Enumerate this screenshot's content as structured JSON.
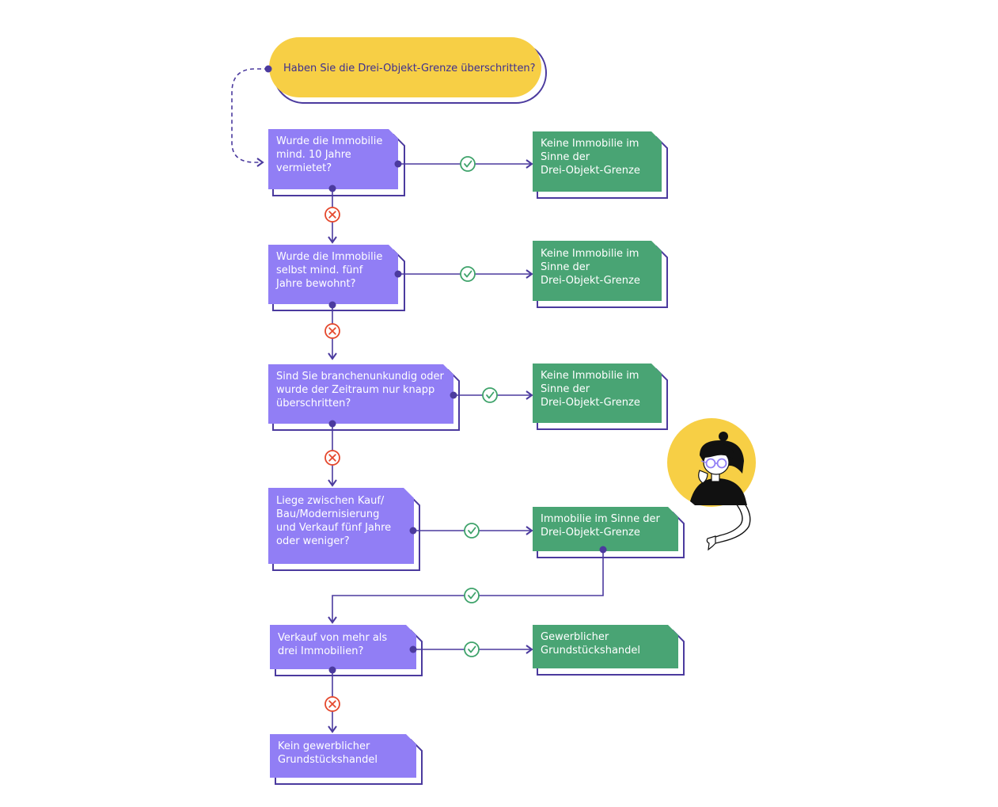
{
  "start": {
    "label": "Haben Sie die Drei-Objekt-Grenze überschritten?"
  },
  "questions": [
    {
      "label": "Wurde die Immobilie\nmind. 10 Jahre\nvermietet?"
    },
    {
      "label": "Wurde die Immobilie\nselbst mind. fünf\nJahre bewohnt?"
    },
    {
      "label": "Sind Sie branchenunkundig oder\nwurde der Zeitraum nur knapp\nüberschritten?"
    },
    {
      "label": "Liege zwischen Kauf/\nBau/Modernisierung\nund Verkauf fünf Jahre\noder weniger?"
    },
    {
      "label": "Verkauf von mehr als\ndrei Immobilien?"
    },
    {
      "label": "Kein gewerblicher\nGrundstückshandel"
    }
  ],
  "results": [
    {
      "label": "Keine Immobilie im\nSinne der\nDrei-Objekt-Grenze"
    },
    {
      "label": "Keine Immobilie im\nSinne der\nDrei-Objekt-Grenze"
    },
    {
      "label": "Keine Immobilie im\nSinne der\nDrei-Objekt-Grenze"
    },
    {
      "label": "Immobilie im Sinne der\nDrei-Objekt-Grenze"
    },
    {
      "label": "Gewerblicher\nGrundstückshandel"
    }
  ],
  "icons": {
    "yes": "check-circle-icon",
    "no": "cross-circle-icon",
    "character": "woman-with-glasses-illustration"
  },
  "colors": {
    "start_fill": "#f7cf45",
    "question_fill": "#917ef5",
    "result_fill": "#49a474",
    "outline": "#4b3a9e",
    "yes": "#3fa36b",
    "no": "#e5482d",
    "circle_bg": "#f7cf45"
  }
}
